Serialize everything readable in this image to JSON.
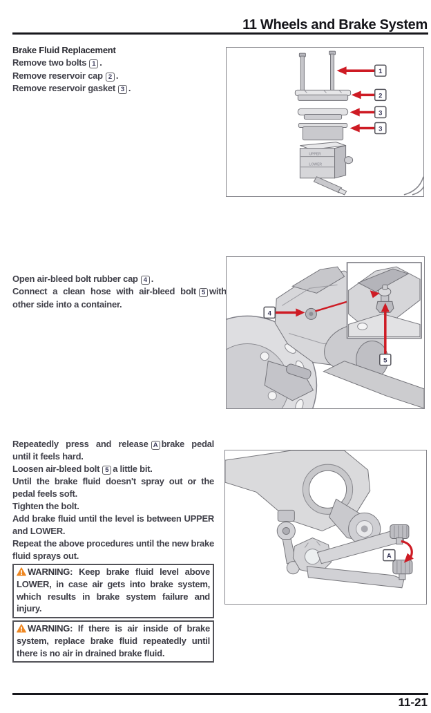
{
  "header": {
    "title": "11 Wheels and Brake System"
  },
  "section": {
    "heading": "Brake Fluid Replacement",
    "remove_steps": [
      {
        "pre": "Remove two bolts",
        "ref": "1",
        "post": "."
      },
      {
        "pre": "Remove reservoir cap",
        "ref": "2",
        "post": "."
      },
      {
        "pre": "Remove reservoir gasket",
        "ref": "3",
        "post": "."
      }
    ],
    "bleed_steps": [
      {
        "pre": "Open air-bleed bolt rubber cap",
        "ref": "4",
        "post": "."
      },
      {
        "pre": "Connect a clean hose with air-bleed bolt",
        "ref": "5",
        "post": "with other side into a container."
      }
    ],
    "pump_steps": [
      {
        "pre": "Repeatedly press and release",
        "ref": "A",
        "post": "brake pedal until it feels hard."
      },
      {
        "pre": "Loosen air-bleed bolt",
        "ref": "5",
        "post": "a little bit."
      },
      {
        "text": "Until the brake fluid doesn't spray out or the pedal feels soft."
      },
      {
        "text": "Tighten the bolt."
      },
      {
        "text": "Add brake fluid until the level is between UPPER and LOWER."
      },
      {
        "text": "Repeat the above procedures until the new brake fluid sprays out."
      }
    ]
  },
  "warnings": [
    {
      "label": "WARNING:",
      "text": "Keep brake fluid level above LOWER, in case air gets into brake system, which results in brake system failure and injury."
    },
    {
      "label": "WARNING:",
      "text": "If there is air inside of brake system, replace brake fluid repeatedly until there is no air in drained brake fluid."
    }
  ],
  "figures": {
    "reservoir": {
      "callout_1": "1",
      "callout_2": "2",
      "callout_3a": "3",
      "callout_3b": "3",
      "upper_label": "UPPER",
      "lower_label": "LOWER"
    },
    "caliper": {
      "callout_4": "4",
      "callout_5": "5"
    },
    "pedal": {
      "callout_a": "A"
    }
  },
  "footer": {
    "page_number": "11-21"
  },
  "colors": {
    "arrow_red": "#ce1b24",
    "warning_orange": "#ee8722"
  }
}
